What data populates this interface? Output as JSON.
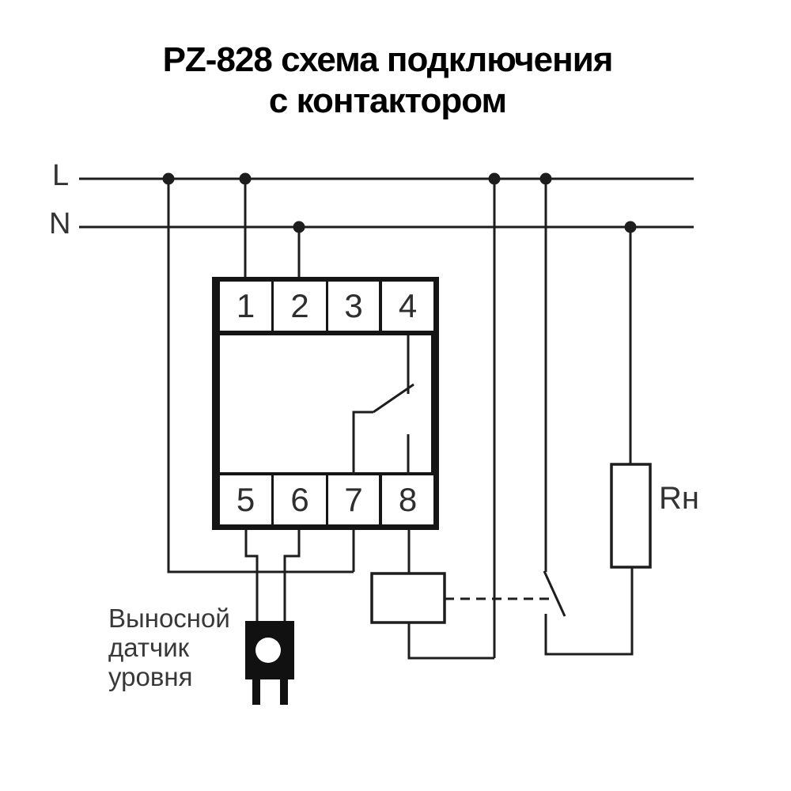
{
  "title": {
    "line1": "PZ-828 схема подключения",
    "line2": "с контактором"
  },
  "power_bus": {
    "line_l_label": "L",
    "line_n_label": "N"
  },
  "relay_device": {
    "top_terminals": [
      "1",
      "2",
      "3",
      "4"
    ],
    "bottom_terminals": [
      "5",
      "6",
      "7",
      "8"
    ]
  },
  "load": {
    "label": "Rн"
  },
  "level_sensor": {
    "label_line1": "Выносной",
    "label_line2": "датчик",
    "label_line3": "уровня"
  },
  "colors": {
    "diagram_line": "#1d1d1d",
    "device_frame": "#151515",
    "sensor_body": "#111111",
    "title_text": "#000000",
    "label_text": "#383838",
    "background": "#ffffff"
  }
}
